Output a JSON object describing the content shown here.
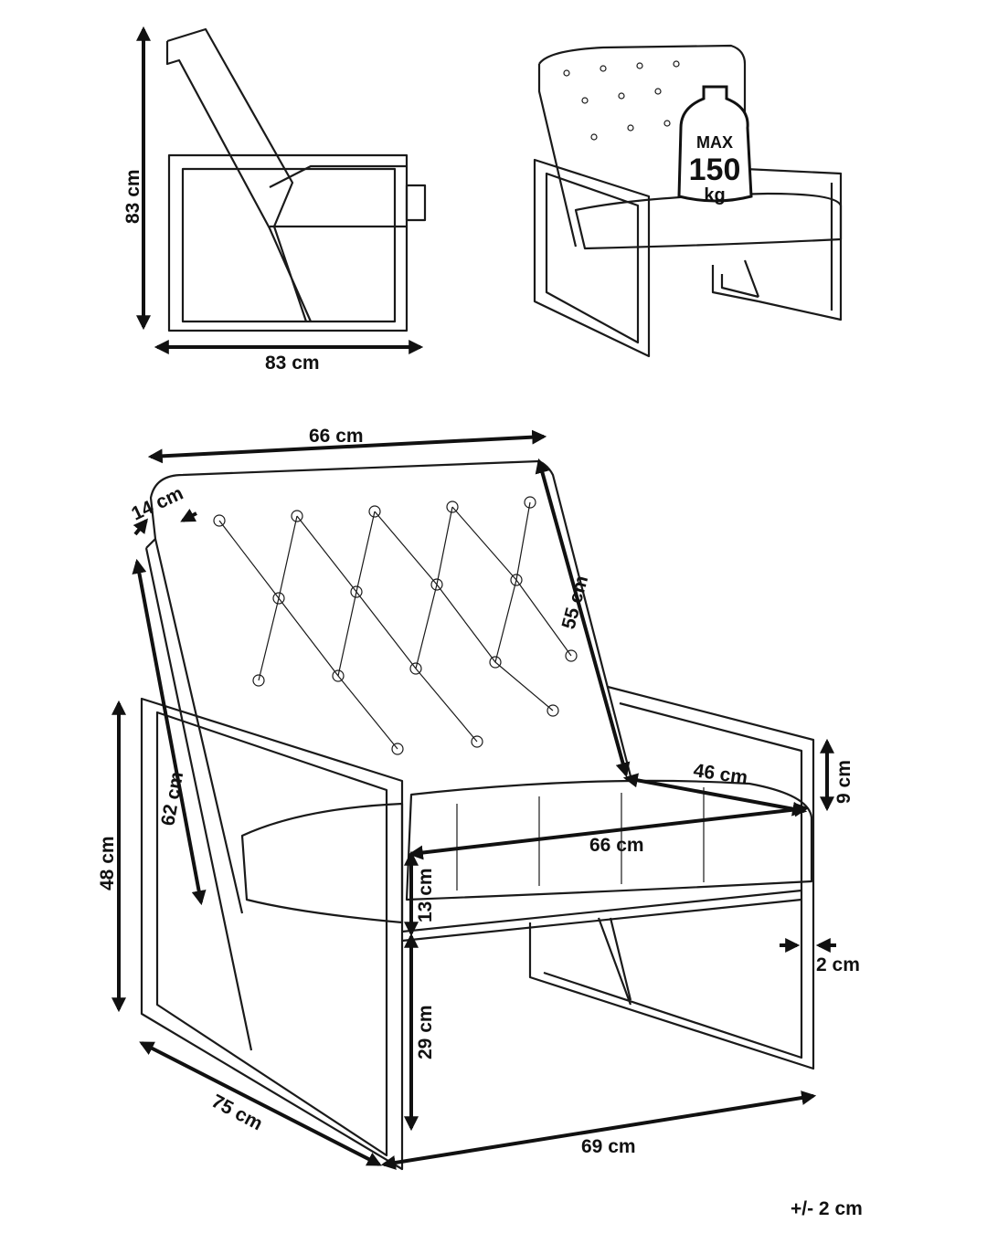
{
  "side_view": {
    "height_label": "83 cm",
    "depth_label": "83 cm"
  },
  "perspective_view": {
    "max_label": "MAX",
    "weight_value": "150",
    "weight_unit": "kg"
  },
  "main_view": {
    "top_width": "66 cm",
    "back_thickness": "14 cm",
    "back_height": "55 cm",
    "back_total": "62 cm",
    "seat_depth": "46 cm",
    "arm_height": "9 cm",
    "seat_width": "66 cm",
    "total_arm_height": "48 cm",
    "cushion_height": "13 cm",
    "frame_width": "2 cm",
    "seat_height": "29 cm",
    "depth": "75 cm",
    "width": "69 cm"
  },
  "tolerance": "+/- 2 cm"
}
